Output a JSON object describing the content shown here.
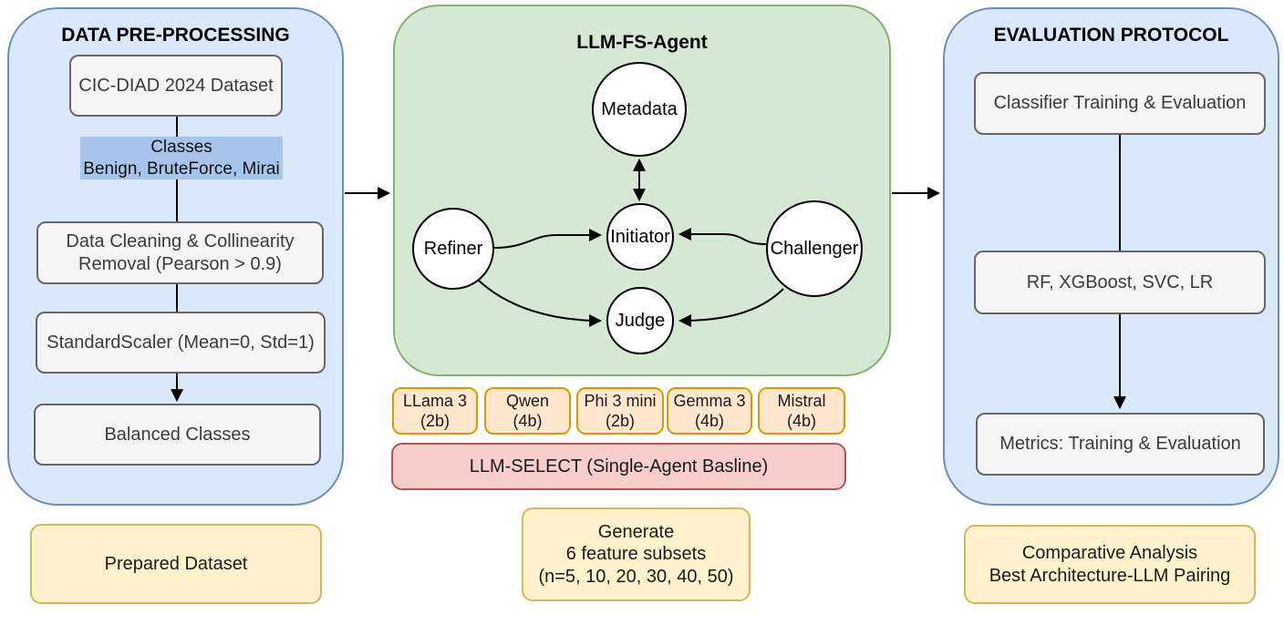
{
  "figure": {
    "type": "pipeline-flow-diagram"
  },
  "colors": {
    "panel_blue_fill": "#dae8fc",
    "panel_blue_stroke": "#6c8ebf",
    "panel_green_fill": "#d5e8d4",
    "panel_green_stroke": "#82b366",
    "box_gray_fill": "#f5f5f5",
    "box_gray_stroke": "#666666",
    "llm_orange_fill": "#ffe6cc",
    "llm_orange_stroke": "#d79b00",
    "baseline_red_fill": "#f8cecc",
    "baseline_red_stroke": "#b85450",
    "output_yellow_fill": "#fff2cc",
    "output_yellow_stroke": "#d6b656",
    "classes_highlight": "#a9c4eb"
  },
  "preprocessing": {
    "title": "DATA PRE-PROCESSING",
    "dataset_box": "CIC-DIAD 2024 Dataset",
    "classes_label": "Classes\nBenign, BruteForce, Mirai",
    "cleaning_box": "Data Cleaning & Collinearity\nRemoval (Pearson > 0.9)",
    "scaler_box": "StandardScaler (Mean=0, Std=1)",
    "balanced_box": "Balanced Classes",
    "output_box": "Prepared Dataset"
  },
  "agent": {
    "title": "LLM-FS-Agent",
    "nodes": {
      "metadata": "Metadata",
      "initiator": "Initiator",
      "refiner": "Refiner",
      "challenger": "Challenger",
      "judge": "Judge"
    },
    "llms": [
      {
        "label": "LLama 3\n(2b)"
      },
      {
        "label": "Qwen\n(4b)"
      },
      {
        "label": "Phi 3 mini\n(2b)"
      },
      {
        "label": "Gemma 3\n(4b)"
      },
      {
        "label": "Mistral\n(4b)"
      }
    ],
    "baseline_box": "LLM-SELECT (Single-Agent Basline)",
    "output_box": "Generate\n6 feature subsets\n(n=5, 10, 20, 30, 40, 50)"
  },
  "evaluation": {
    "title": "EVALUATION PROTOCOL",
    "training_box": "Classifier Training & Evaluation",
    "models_box": "RF, XGBoost, SVC, LR",
    "metrics_box": "Metrics: Training & Evaluation",
    "output_box": "Comparative Analysis\nBest Architecture-LLM Pairing"
  }
}
